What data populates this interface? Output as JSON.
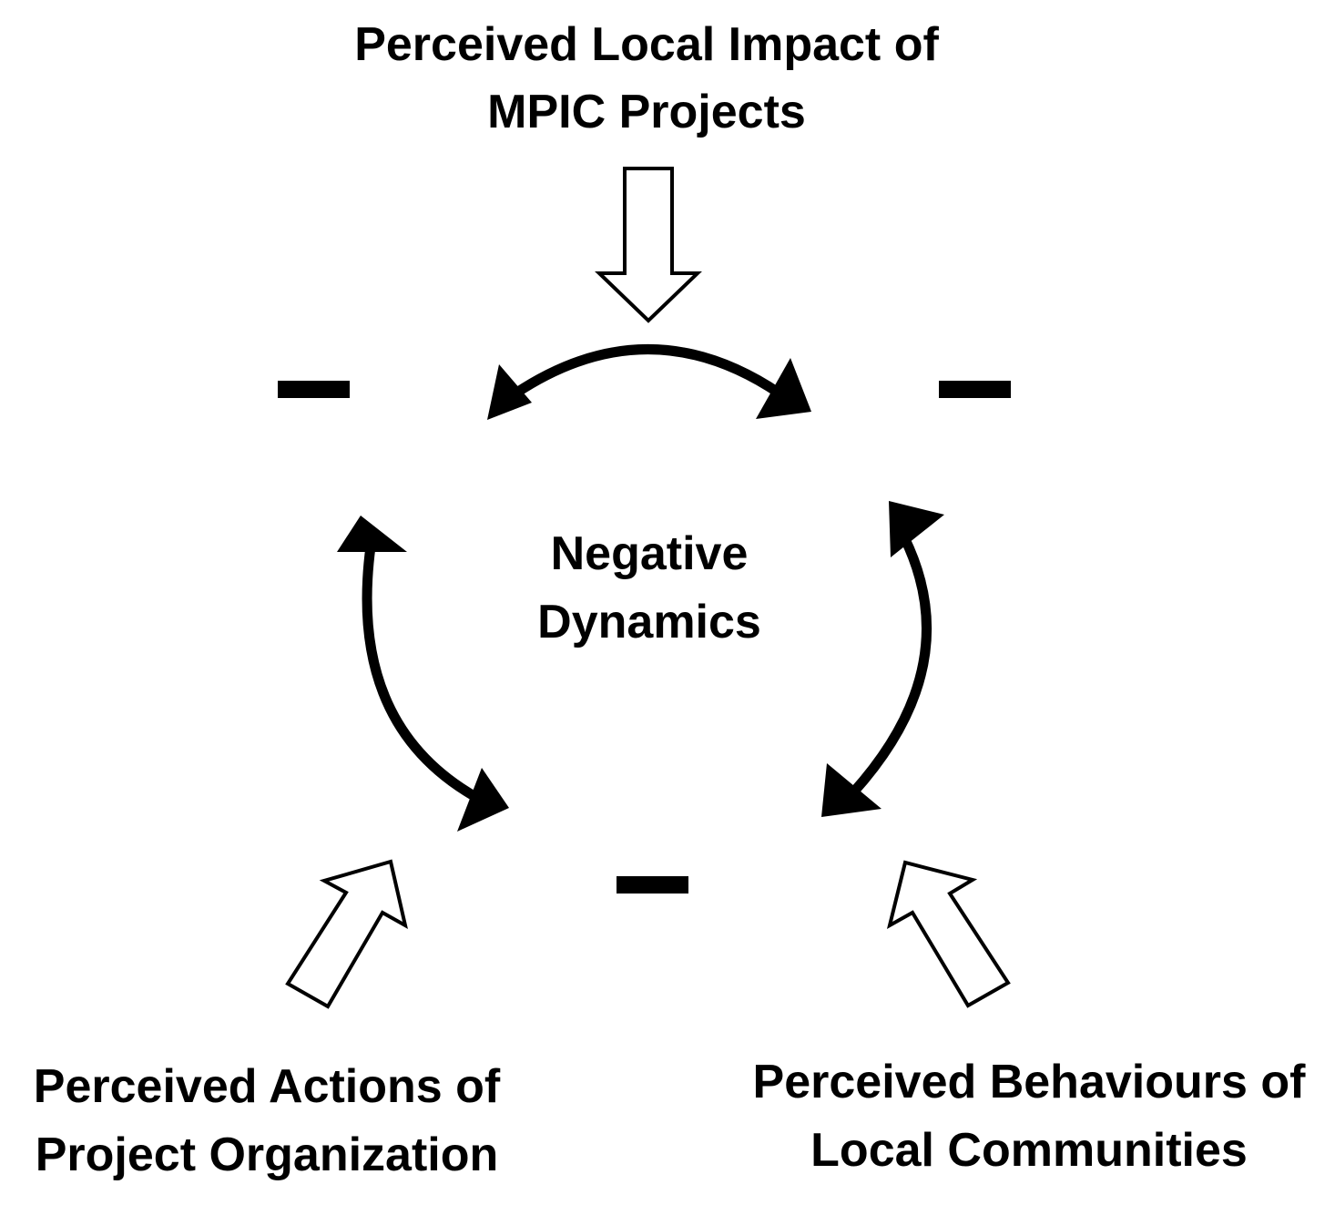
{
  "diagram": {
    "top_label": {
      "line1": "Perceived Local Impact of",
      "line2": "MPIC Projects"
    },
    "center_label": {
      "line1": "Negative",
      "line2": "Dynamics"
    },
    "bottom_left_label": {
      "line1": "Perceived Actions of",
      "line2": "Project Organization"
    },
    "bottom_right_label": {
      "line1": "Perceived Behaviours of",
      "line2": "Local Communities"
    },
    "signs": {
      "top_left": "negative",
      "top_right": "negative",
      "bottom": "negative"
    },
    "colors": {
      "ink": "#000000",
      "background": "#ffffff"
    }
  }
}
